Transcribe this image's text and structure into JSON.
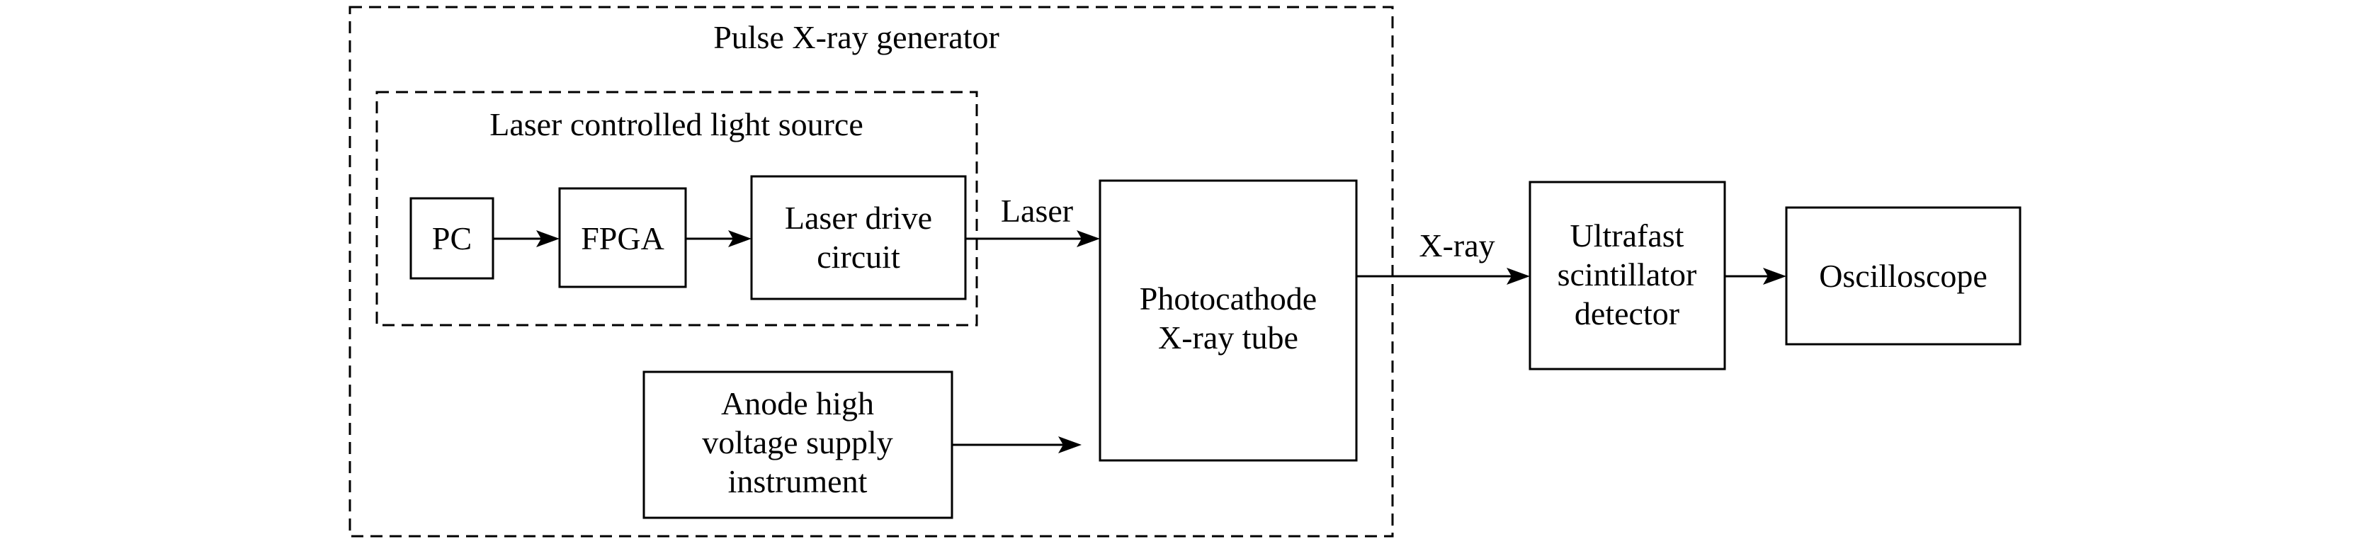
{
  "diagram": {
    "groups": {
      "outer": {
        "title": "Pulse X-ray generator"
      },
      "inner": {
        "title": "Laser controlled light source"
      }
    },
    "nodes": {
      "pc": {
        "lines": [
          "PC"
        ]
      },
      "fpga": {
        "lines": [
          "FPGA"
        ]
      },
      "laser_drive": {
        "lines": [
          "Laser drive",
          "circuit"
        ]
      },
      "photocathode": {
        "lines": [
          "Photocathode",
          "X-ray tube"
        ]
      },
      "anode_hv": {
        "lines": [
          "Anode high",
          "voltage supply",
          "instrument"
        ]
      },
      "scintillator": {
        "lines": [
          "Ultrafast",
          "scintillator",
          "detector"
        ]
      },
      "oscilloscope": {
        "lines": [
          "Oscilloscope"
        ]
      }
    },
    "edges": [
      {
        "from": "PC",
        "to": "FPGA",
        "label": ""
      },
      {
        "from": "FPGA",
        "to": "Laser drive circuit",
        "label": ""
      },
      {
        "from": "Laser drive circuit",
        "to": "Photocathode X-ray tube",
        "label": "Laser"
      },
      {
        "from": "Anode high voltage supply instrument",
        "to": "Photocathode X-ray tube",
        "label": ""
      },
      {
        "from": "Photocathode X-ray tube",
        "to": "Ultrafast scintillator detector",
        "label": "X-ray"
      },
      {
        "from": "Ultrafast scintillator detector",
        "to": "Oscilloscope",
        "label": ""
      }
    ],
    "edge_labels": {
      "laser": "Laser",
      "xray": "X-ray"
    }
  }
}
